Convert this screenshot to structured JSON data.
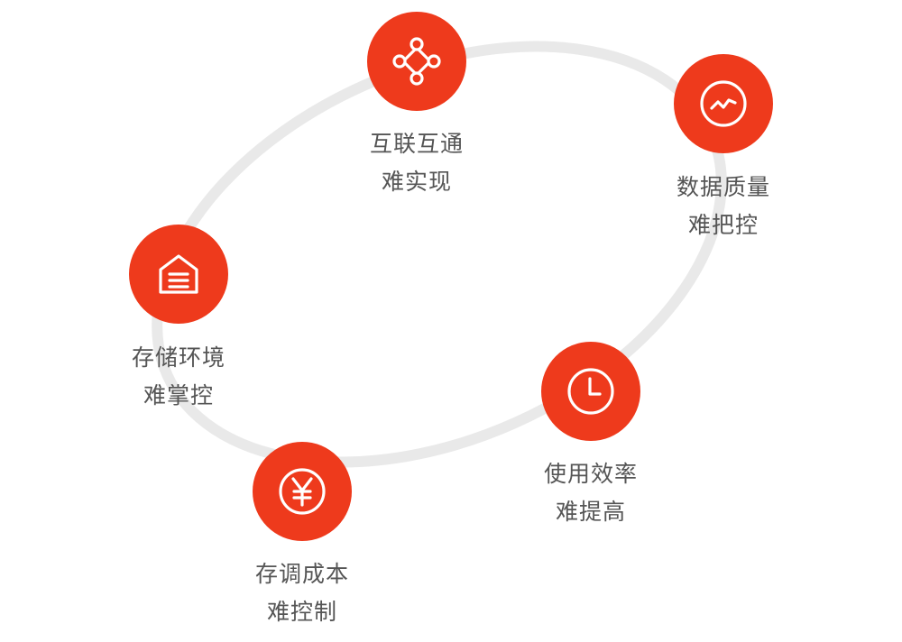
{
  "colors": {
    "accent": "#ee3a1c",
    "ring": "#e9e9e9",
    "text": "#555555"
  },
  "nodes": [
    {
      "key": "interconnect",
      "icon": "network-nodes-icon",
      "line1": "互联互通",
      "line2": "难实现"
    },
    {
      "key": "data-quality",
      "icon": "trend-chart-icon",
      "line1": "数据质量",
      "line2": "难把控"
    },
    {
      "key": "efficiency",
      "icon": "clock-icon",
      "line1": "使用效率",
      "line2": "难提高"
    },
    {
      "key": "cost",
      "icon": "yen-icon",
      "line1": "存调成本",
      "line2": "难控制"
    },
    {
      "key": "storage",
      "icon": "warehouse-icon",
      "line1": "存储环境",
      "line2": "难掌控"
    }
  ]
}
